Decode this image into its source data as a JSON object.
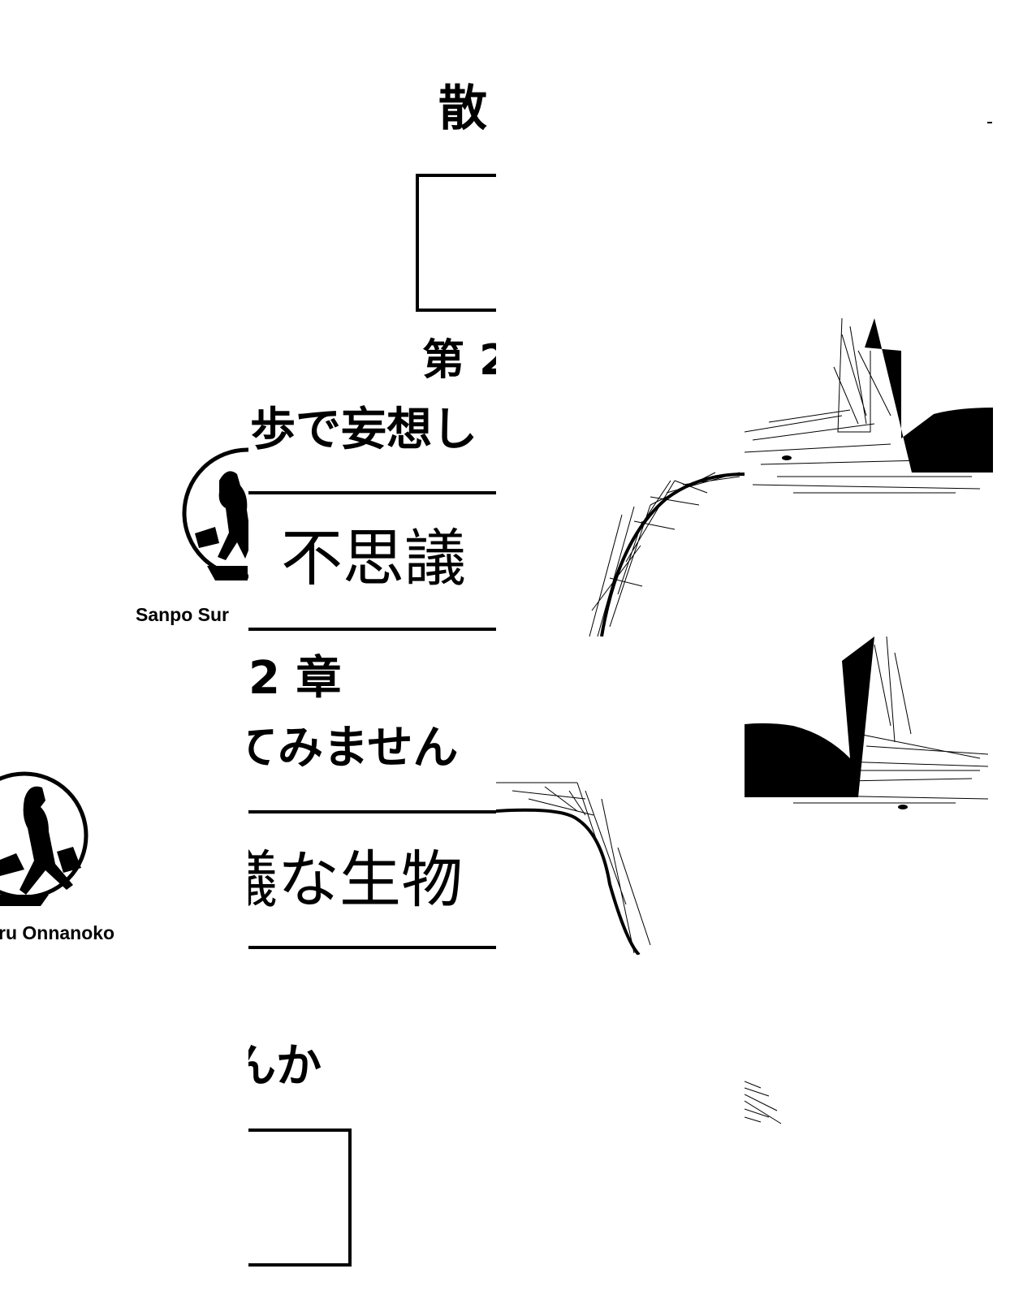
{
  "title": {
    "kanji_fragment": "散",
    "chapter_prefix": "第 2",
    "chapter_number": "2 章",
    "subtitle_part1": "歩で妄想し",
    "subtitle_part2": "てみません",
    "subtitle_part3": "んか",
    "episode_part1": "不思議",
    "episode_part2": "議な生物"
  },
  "logo": {
    "text_part1": "Sanpo Sur",
    "text_part2": "ru Onnanoko"
  }
}
